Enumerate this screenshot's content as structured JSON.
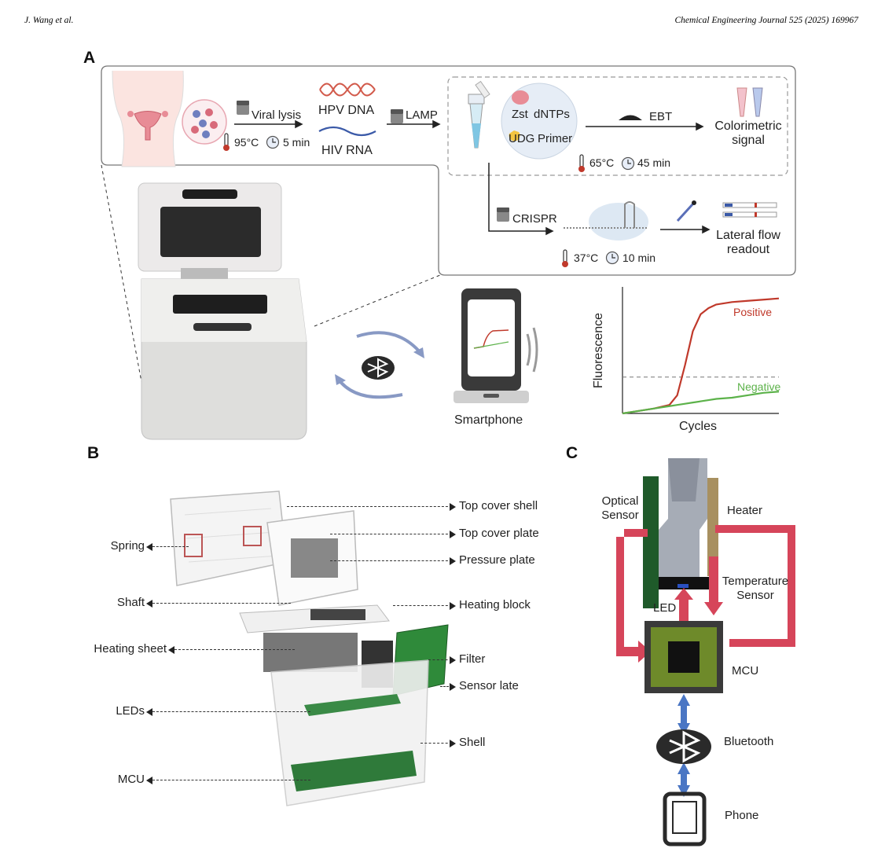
{
  "header": {
    "authors": "J. Wang et al.",
    "journal": "Chemical Engineering Journal 525 (2025) 169967"
  },
  "panels": {
    "a": "A",
    "b": "B",
    "c": "C"
  },
  "panel_a": {
    "viral_lysis": "Viral lysis",
    "lysis_temp": "95°C",
    "lysis_time": "5 min",
    "hpv": "HPV DNA",
    "hiv": "HIV RNA",
    "lamp": "LAMP",
    "zst": "Zst",
    "dntps": "dNTPs",
    "udg": "UDG",
    "primer": "Primer",
    "lamp_temp": "65°C",
    "lamp_time": "45 min",
    "ebt": "EBT",
    "colorimetric": "Colorimetric",
    "signal": "signal",
    "crispr": "CRISPR",
    "crispr_temp": "37°C",
    "crispr_time": "10 min",
    "lateral_flow": "Lateral flow",
    "readout": "readout",
    "smartphone": "Smartphone"
  },
  "chart_data": {
    "type": "line",
    "xlabel": "Cycles",
    "ylabel": "Fluorescence",
    "x": [
      0,
      10,
      20,
      30,
      35,
      40,
      45,
      50,
      55,
      60,
      70,
      80,
      90,
      100
    ],
    "series": [
      {
        "name": "Positive",
        "color": "#c0392b",
        "values": [
          0.0,
          0.02,
          0.04,
          0.07,
          0.15,
          0.4,
          0.68,
          0.82,
          0.87,
          0.9,
          0.92,
          0.93,
          0.94,
          0.95
        ]
      },
      {
        "name": "Negative",
        "color": "#5cb24a",
        "values": [
          0.0,
          0.02,
          0.04,
          0.06,
          0.07,
          0.08,
          0.09,
          0.1,
          0.11,
          0.12,
          0.13,
          0.15,
          0.17,
          0.18
        ]
      }
    ],
    "threshold": 0.3,
    "grid": false
  },
  "panel_b": {
    "right": [
      "Top cover shell",
      "Top cover plate",
      "Pressure plate",
      "Heating block",
      "Filter",
      "Sensor late",
      "Shell"
    ],
    "left": [
      "Spring",
      "Shaft",
      "Heating sheet",
      "LEDs",
      "MCU"
    ]
  },
  "panel_c": {
    "optical_1": "Optical",
    "optical_2": "Sensor",
    "heater": "Heater",
    "temp_1": "Temperature",
    "temp_2": "Sensor",
    "led": "LED",
    "mcu": "MCU",
    "bluetooth": "Bluetooth",
    "phone": "Phone"
  },
  "colors": {
    "arrow_red": "#d6455a",
    "arrow_blue": "#4a76c4",
    "positive": "#c0392b",
    "negative": "#5cb24a"
  }
}
